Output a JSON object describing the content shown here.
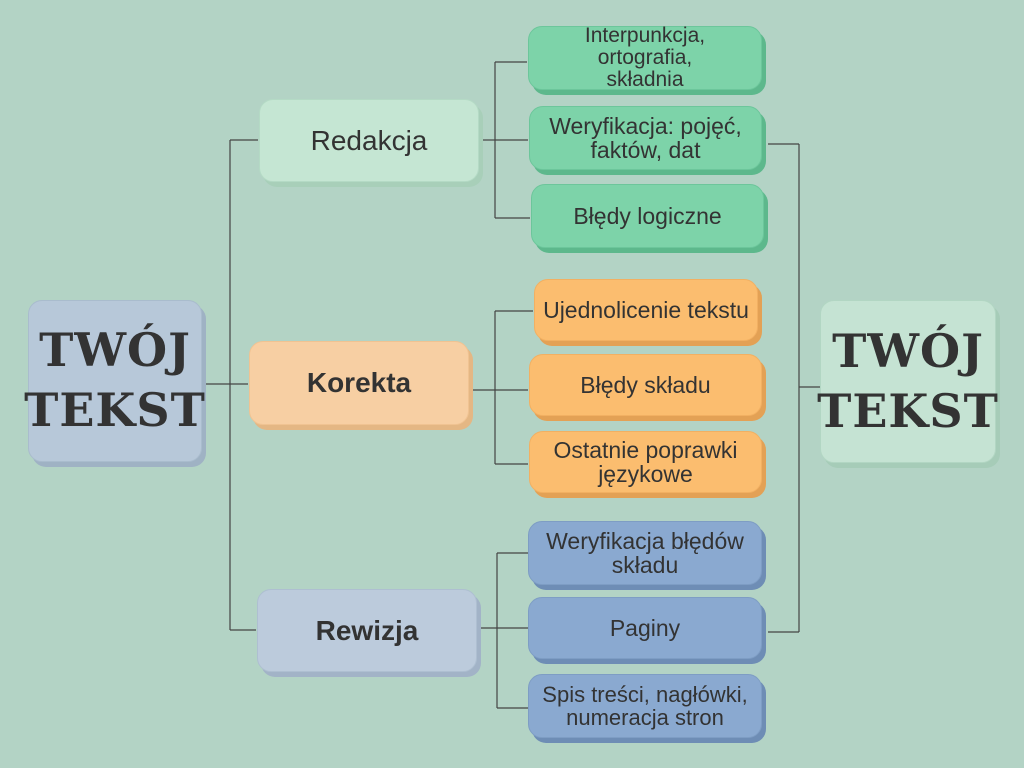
{
  "colors": {
    "background": "#b3d3c5",
    "green": "#7dd3a9",
    "orange": "#fbbd6f",
    "blue": "#8aa9d0",
    "line": "#444444"
  },
  "left_root": {
    "label": "TWÓJ\nTEKST"
  },
  "right_root": {
    "label": "TWÓJ\nTEKST"
  },
  "branches": [
    {
      "label": "Redakcja",
      "items": [
        "Interpunkcja, ortografia,\nskładnia",
        "Weryfikacja: pojęć,\nfaktów, dat",
        "Błędy logiczne"
      ]
    },
    {
      "label": "Korekta",
      "items": [
        "Ujednolicenie tekstu",
        "Błędy składu",
        "Ostatnie poprawki\njęzykowe"
      ]
    },
    {
      "label": "Rewizja",
      "items": [
        "Weryfikacja błędów\nskładu",
        "Paginy",
        "Spis treści, nagłówki,\nnumeracja stron"
      ]
    }
  ]
}
